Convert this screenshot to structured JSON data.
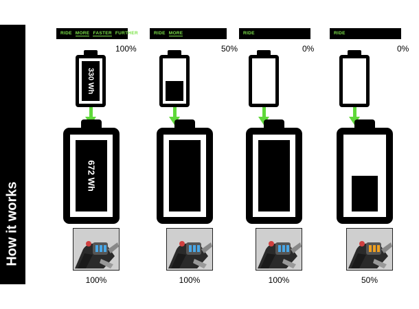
{
  "side_title": "How it works",
  "columns": [
    {
      "label_segments": [
        "RIDE",
        "MORE",
        "FASTER",
        "FURTHER"
      ],
      "top_percent": "100%",
      "small_battery_level": 1.0,
      "small_battery_label": "330 Wh",
      "big_battery_level": 1.0,
      "big_battery_label": "672 Wh",
      "display_percent": "100%",
      "display_color": "#4aa8e8"
    },
    {
      "label_segments": [
        "RIDE",
        "MORE"
      ],
      "top_percent": "50%",
      "small_battery_level": 0.5,
      "small_battery_label": "",
      "big_battery_level": 1.0,
      "big_battery_label": "",
      "display_percent": "100%",
      "display_color": "#4aa8e8"
    },
    {
      "label_segments": [
        "RIDE"
      ],
      "top_percent": "0%",
      "small_battery_level": 0.0,
      "small_battery_label": "",
      "big_battery_level": 1.0,
      "big_battery_label": "",
      "display_percent": "100%",
      "display_color": "#4aa8e8"
    },
    {
      "label_segments": [
        "RIDE"
      ],
      "top_percent": "0%",
      "small_battery_level": 0.0,
      "small_battery_label": "",
      "big_battery_level": 0.5,
      "big_battery_label": "",
      "display_percent": "50%",
      "display_color": "#f0a020"
    }
  ],
  "colors": {
    "accent_green": "#7de34a",
    "arrow_green": "#5fd83a",
    "black": "#000000"
  }
}
